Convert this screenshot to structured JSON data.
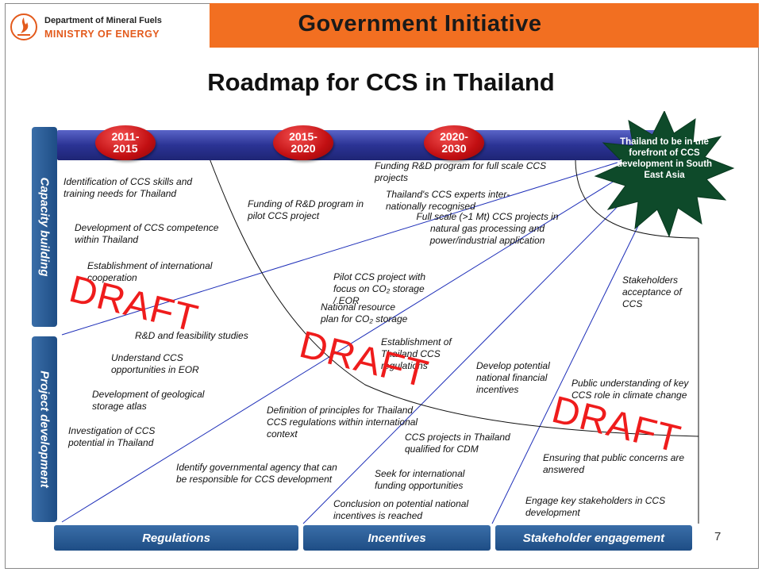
{
  "header": {
    "department": "Department of Mineral Fuels",
    "ministry": "MINISTRY OF ENERGY",
    "banner": "Government Initiative"
  },
  "title": "Roadmap for CCS in Thailand",
  "timeline": {
    "periods": [
      "2011-\n2015",
      "2015-\n2020",
      "2020-\n2030"
    ]
  },
  "goal": "Thailand to be in the forefront of CCS development in South East Asia",
  "sides": {
    "capacity": "Capacity building",
    "project": "Project development"
  },
  "tabs": {
    "regulations": "Regulations",
    "incentives": "Incentives",
    "stakeholder": "Stakeholder engagement"
  },
  "notes": {
    "n1": "Identification of CCS skills and training needs for Thailand",
    "n2": "Development of CCS competence within Thailand",
    "n3": "Establishment of international cooperation",
    "n4": "Funding of R&D program in pilot CCS project",
    "n5": "Funding R&D program for full scale CCS projects",
    "n6": "Thailand's CCS experts inter-nationally recognised",
    "n7": "Full scale (>1 Mt) CCS projects in natural gas processing and power/industrial application",
    "n8": "Pilot CCS project with focus on CO₂ storage / EOR",
    "n9": "National resource plan for CO₂ storage",
    "n10": "R&D and feasibility studies",
    "n11": "Understand CCS opportunities in EOR",
    "n12": "Development of geological storage atlas",
    "n13": "Investigation of CCS potential in Thailand",
    "n14": "Establishment of Thailand CCS regulations",
    "n15": "Definition of principles for Thailand CCS regulations within international context",
    "n16": "Identify governmental agency that can be responsible for CCS development",
    "n17": "Develop potential national financial incentives",
    "n18": "CCS projects in Thailand qualified for CDM",
    "n19": "Seek for international funding opportunities",
    "n20": "Conclusion on potential national incentives is reached",
    "n21": "Stakeholders acceptance of CCS",
    "n22": "Public understanding of key CCS role in climate change",
    "n23": "Ensuring that public concerns are answered",
    "n24": "Engage key stakeholders in CCS development"
  },
  "watermark": "DRAFT",
  "page_number": "7",
  "colors": {
    "banner": "#f26f21",
    "draft": "#ef1c1c",
    "side": "#1e4d85",
    "star": "#0e4a2a"
  }
}
